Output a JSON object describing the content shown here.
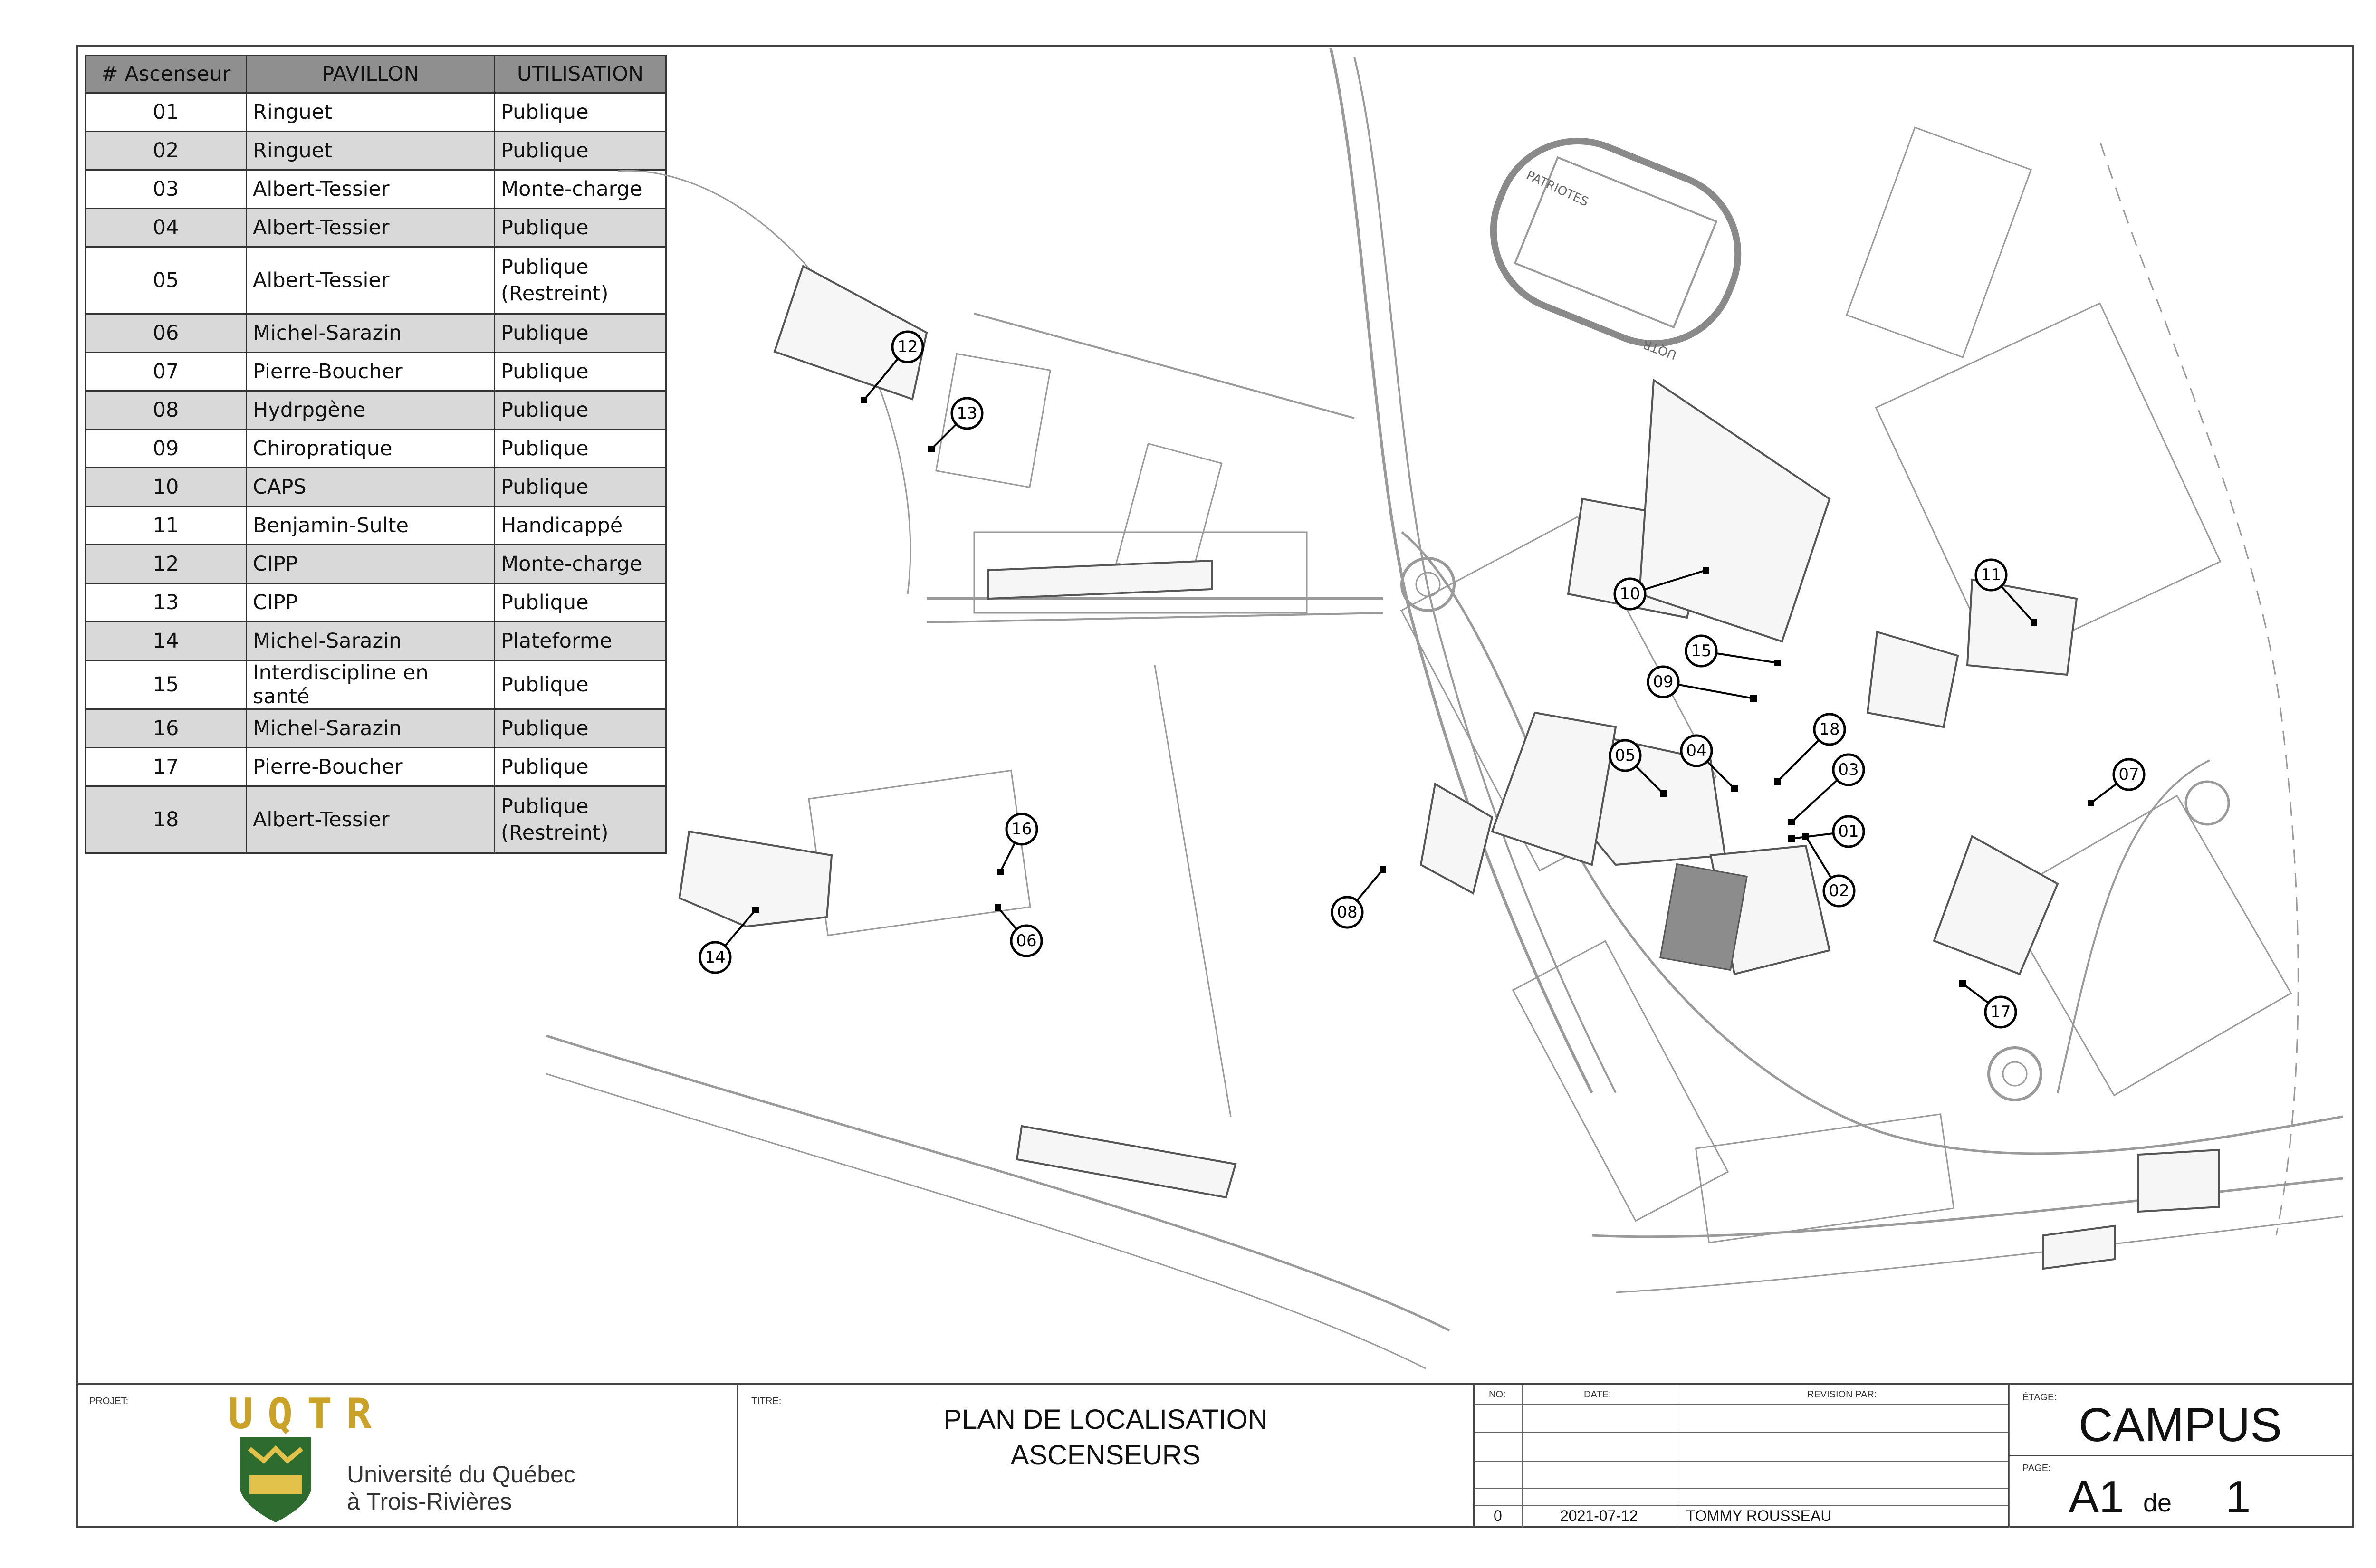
{
  "table": {
    "headers": [
      "# Ascenseur",
      "PAVILLON",
      "UTILISATION"
    ],
    "rows": [
      {
        "num": "01",
        "pavillon": "Ringuet",
        "utilisation": "Publique",
        "util2": ""
      },
      {
        "num": "02",
        "pavillon": "Ringuet",
        "utilisation": "Publique",
        "util2": ""
      },
      {
        "num": "03",
        "pavillon": "Albert-Tessier",
        "utilisation": "Monte-charge",
        "util2": ""
      },
      {
        "num": "04",
        "pavillon": "Albert-Tessier",
        "utilisation": "Publique",
        "util2": ""
      },
      {
        "num": "05",
        "pavillon": "Albert-Tessier",
        "utilisation": "Publique",
        "util2": "(Restreint)"
      },
      {
        "num": "06",
        "pavillon": "Michel-Sarazin",
        "utilisation": "Publique",
        "util2": ""
      },
      {
        "num": "07",
        "pavillon": "Pierre-Boucher",
        "utilisation": "Publique",
        "util2": ""
      },
      {
        "num": "08",
        "pavillon": "Hydrpgène",
        "utilisation": "Publique",
        "util2": ""
      },
      {
        "num": "09",
        "pavillon": "Chiropratique",
        "utilisation": "Publique",
        "util2": ""
      },
      {
        "num": "10",
        "pavillon": "CAPS",
        "utilisation": "Publique",
        "util2": ""
      },
      {
        "num": "11",
        "pavillon": "Benjamin-Sulte",
        "utilisation": "Handicappé",
        "util2": ""
      },
      {
        "num": "12",
        "pavillon": "CIPP",
        "utilisation": "Monte-charge",
        "util2": ""
      },
      {
        "num": "13",
        "pavillon": "CIPP",
        "utilisation": "Publique",
        "util2": ""
      },
      {
        "num": "14",
        "pavillon": "Michel-Sarazin",
        "utilisation": "Plateforme",
        "util2": ""
      },
      {
        "num": "15",
        "pavillon": "Interdiscipline en santé",
        "utilisation": "Publique",
        "util2": ""
      },
      {
        "num": "16",
        "pavillon": "Michel-Sarazin",
        "utilisation": "Publique",
        "util2": ""
      },
      {
        "num": "17",
        "pavillon": "Pierre-Boucher",
        "utilisation": "Publique",
        "util2": ""
      },
      {
        "num": "18",
        "pavillon": "Albert-Tessier",
        "utilisation": "Publique",
        "util2": "(Restreint)"
      }
    ]
  },
  "callouts": [
    "01",
    "02",
    "03",
    "04",
    "05",
    "06",
    "07",
    "08",
    "09",
    "10",
    "11",
    "12",
    "13",
    "14",
    "15",
    "16",
    "17",
    "18"
  ],
  "map_labels": {
    "stadium": "PATRIOTES",
    "stadium2": "UQTR"
  },
  "title_block": {
    "projet_label": "PROJET:",
    "logo_text": "UQTR",
    "university_line1": "Université du Québec",
    "university_line2": "à Trois-Rivières",
    "titre_label": "TITRE:",
    "title_line1": "PLAN DE LOCALISATION",
    "title_line2": "ASCENSEURS",
    "no_label": "NO:",
    "date_label": "DATE:",
    "revision_label": "REVISION PAR:",
    "rev_no": "0",
    "rev_date": "2021-07-12",
    "rev_by": "TOMMY ROUSSEAU",
    "etage_label": "ÉTAGE:",
    "etage_value": "CAMPUS",
    "page_label": "PAGE:",
    "page_value": "A1",
    "page_de": "de",
    "page_total": "1"
  },
  "colors": {
    "logo_gold": "#c9a227",
    "logo_green": "#2e6b2e",
    "shade": "#d9d9d9",
    "header": "#8f8f8f"
  }
}
